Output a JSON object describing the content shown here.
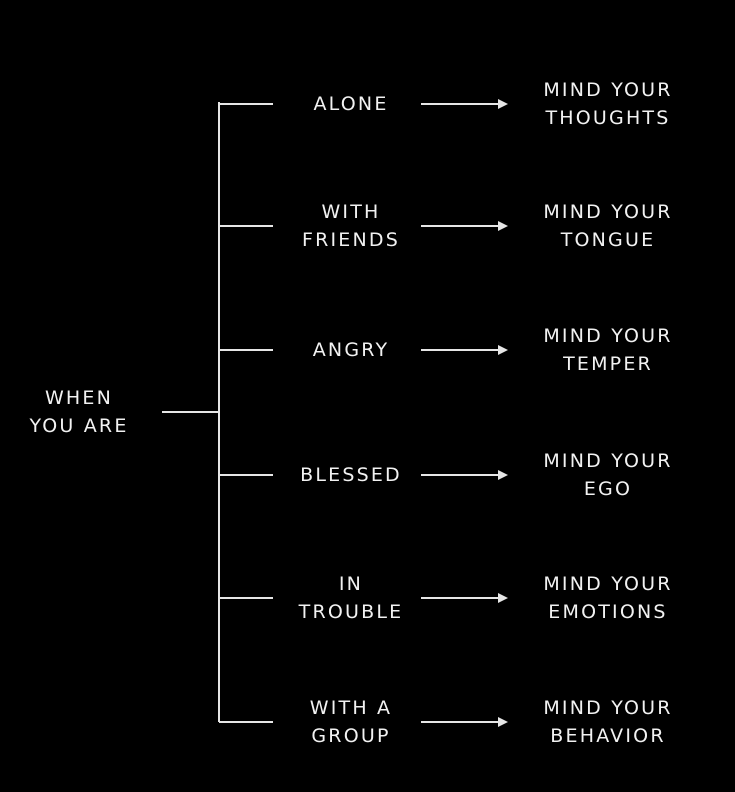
{
  "root": {
    "lines": [
      "WHEN",
      "YOU ARE"
    ]
  },
  "branches": [
    {
      "situation": [
        "ALONE"
      ],
      "advice": [
        "MIND YOUR",
        "THOUGHTS"
      ]
    },
    {
      "situation": [
        "WITH",
        "FRIENDS"
      ],
      "advice": [
        "MIND YOUR",
        "TONGUE"
      ]
    },
    {
      "situation": [
        "ANGRY"
      ],
      "advice": [
        "MIND YOUR",
        "TEMPER"
      ]
    },
    {
      "situation": [
        "BLESSED"
      ],
      "advice": [
        "MIND YOUR",
        "EGO"
      ]
    },
    {
      "situation": [
        "IN",
        "TROUBLE"
      ],
      "advice": [
        "MIND YOUR",
        "EMOTIONS"
      ]
    },
    {
      "situation": [
        "WITH A",
        "GROUP"
      ],
      "advice": [
        "MIND YOUR",
        "BEHAVIOR"
      ]
    }
  ],
  "colors": {
    "background": "#000000",
    "text": "#f2f2f2",
    "connector": "#e6e6e6"
  }
}
